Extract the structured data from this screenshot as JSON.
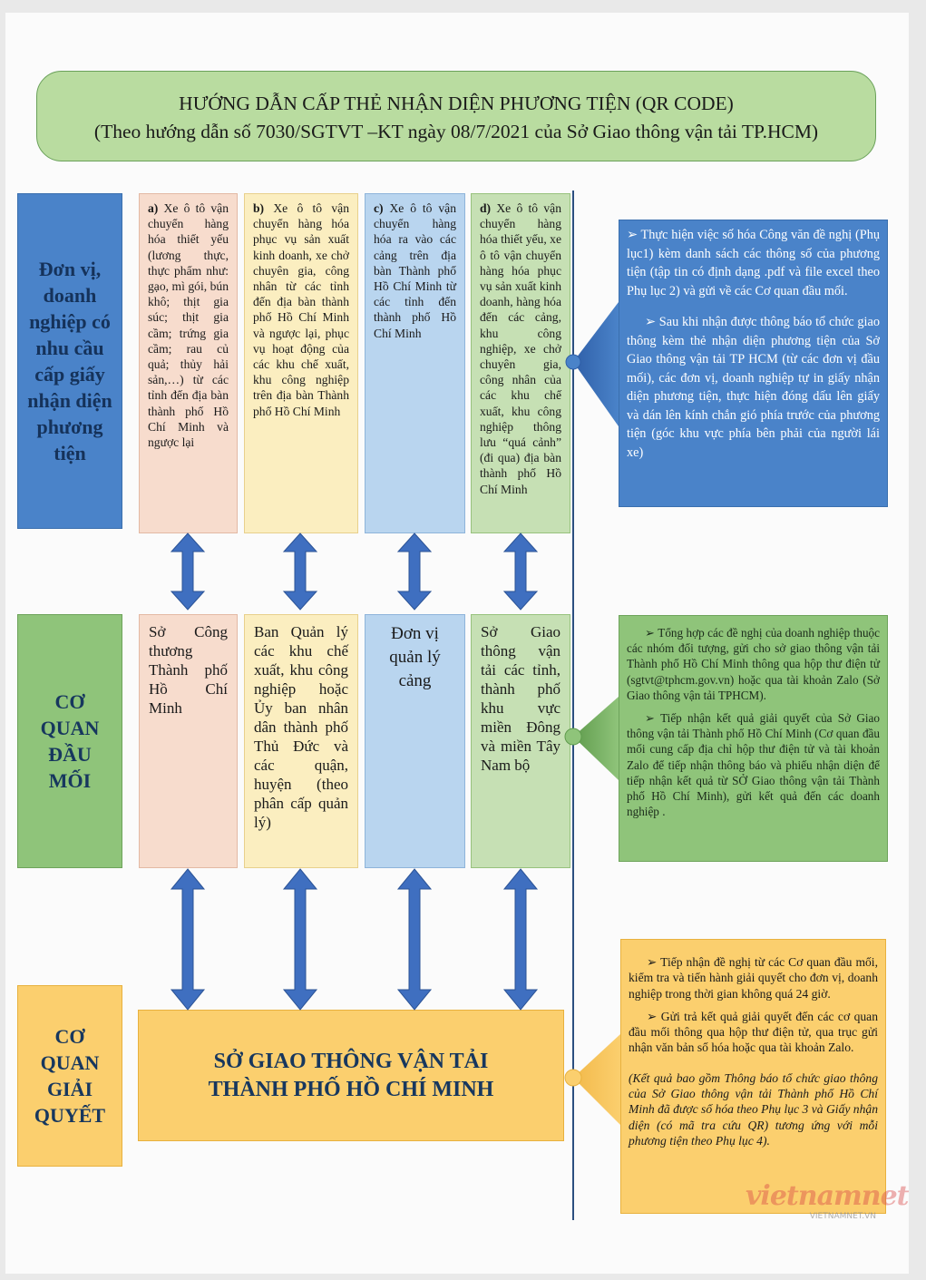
{
  "title": {
    "line1": "HƯỚNG DẪN CẤP THẺ NHẬN DIỆN PHƯƠNG TIỆN (QR CODE)",
    "line2": "(Theo hướng dẫn số 7030/SGTVT –KT ngày 08/7/2021 của Sở Giao thông vận tải TP.HCM)"
  },
  "rows": {
    "applicant": "Đơn vị, doanh nghiệp có nhu cầu cấp giấy nhận diện phương tiện",
    "focal": "CƠ QUAN ĐẦU MỐI",
    "resolver": "CƠ QUAN GIẢI QUYẾT"
  },
  "categories": [
    {
      "prefix": "a)",
      "text": "Xe ô tô vận chuyển hàng hóa thiết yếu (lương thực, thực phẩm như: gạo, mì gói, bún khô; thịt gia súc; thịt gia cầm; trứng gia cầm; rau củ quả; thủy hải sản,…) từ các tỉnh đến địa bàn thành phố Hồ Chí Minh và ngược lại"
    },
    {
      "prefix": "b)",
      "text": "Xe ô tô vận chuyển hàng hóa phục vụ sản xuất kinh doanh, xe chở chuyên gia, công nhân từ các tỉnh đến địa bàn thành phố Hồ Chí Minh và ngược lại, phục vụ hoạt động của các khu chế xuất, khu công nghiệp trên địa bàn Thành phố Hồ Chí Minh"
    },
    {
      "prefix": "c)",
      "text": "Xe ô tô vận chuyển hàng hóa ra vào các cảng trên địa bàn Thành phố Hồ Chí Minh từ các tỉnh đến thành phố Hồ Chí Minh"
    },
    {
      "prefix": "d)",
      "text": "Xe ô tô vận chuyển hàng hóa thiết yếu, xe ô tô vận chuyển hàng hóa phục vụ sản xuất kinh doanh, hàng hóa đến các cảng, khu công nghiệp, xe chở chuyên gia, công nhân của các khu chế xuất, khu công nghiệp thông lưu “quá cảnh” (đi qua) địa bàn thành phố Hồ Chí Minh"
    }
  ],
  "agencies": [
    "Sở Công thương Thành phố Hồ Chí Minh",
    "Ban Quản lý các khu chế xuất, khu công nghiệp hoặc Ủy ban nhân dân thành phố Thủ Đức và các quận, huyện (theo phân cấp quản lý)",
    "Đơn vị quản lý cảng",
    "Sở Giao thông vận tải các tỉnh, thành phố khu vực miền Đông và miền Tây Nam bộ"
  ],
  "resolver_box": {
    "line1": "SỞ GIAO THÔNG VẬN TẢI",
    "line2": "THÀNH PHỐ HỒ CHÍ MINH"
  },
  "notes": {
    "applicant": [
      "➢ Thực hiện việc số hóa Công văn đề nghị (Phụ lục1) kèm danh sách các thông số của phương tiện (tập tin có định dạng .pdf và file excel theo Phụ lục 2) và gửi về các Cơ quan đầu mối.",
      "➢ Sau khi nhận được thông báo tổ chức giao thông kèm thẻ nhận diện phương tiện của Sở Giao thông vận tải TP HCM (từ các đơn vị đầu mối), các đơn vị, doanh nghiệp tự in giấy nhận diện phương tiện, thực hiện đóng dấu lên giấy và dán lên kính chắn gió phía trước của phương tiện (góc khu vực phía bên phải của người lái xe)"
    ],
    "focal": [
      "➢ Tổng hợp các đề nghị của doanh nghiệp thuộc các nhóm đối tượng, gửi cho sở giao thông vận tải Thành phố Hồ Chí Minh thông qua hộp thư điện tử (sgtvt@tphcm.gov.vn) hoặc qua tài khoản Zalo (Sở Giao thông vận tải TPHCM).",
      "➢ Tiếp nhận kết quả giải quyết của Sở Giao thông vận tải Thành phố Hồ Chí Minh (Cơ quan đầu mối cung cấp địa chỉ hộp thư điện tử và tài khoản Zalo để tiếp nhận thông báo và phiếu nhận diện để tiếp nhận kết quả từ SỞ Giao thông vận tải Thành phố Hồ Chí Minh), gửi kết quả đến các doanh nghiệp ."
    ],
    "resolver": [
      "➢ Tiếp nhận đề nghị từ các Cơ quan đầu mối, kiểm tra và tiến hành giải quyết cho đơn vị, doanh nghiệp trong thời gian không quá 24 giờ.",
      "➢ Gửi trả kết quả giải quyết đến các cơ quan đầu mối thông qua hộp thư điện tử, qua trục gửi nhận văn bản số hóa hoặc qua tài khoản Zalo."
    ],
    "resolver_italic": "(Kết quả bao gồm Thông báo tổ chức giao thông của Sở Giao thông vận tải Thành phố Hồ Chí Minh đã được số hóa theo Phụ lục 3 và Giấy nhận diện (có mã tra cứu QR) tương ứng với mỗi phương tiện theo Phụ lục 4)."
  },
  "watermark": {
    "brand": "vietnamnet",
    "sub": "VIETNAMNET.VN"
  },
  "colors": {
    "blue": "#4a83c9",
    "green": "#8fc47a",
    "yellow": "#fbcf6e",
    "arrow": "#3f6fc0",
    "navy": "#17375e"
  }
}
